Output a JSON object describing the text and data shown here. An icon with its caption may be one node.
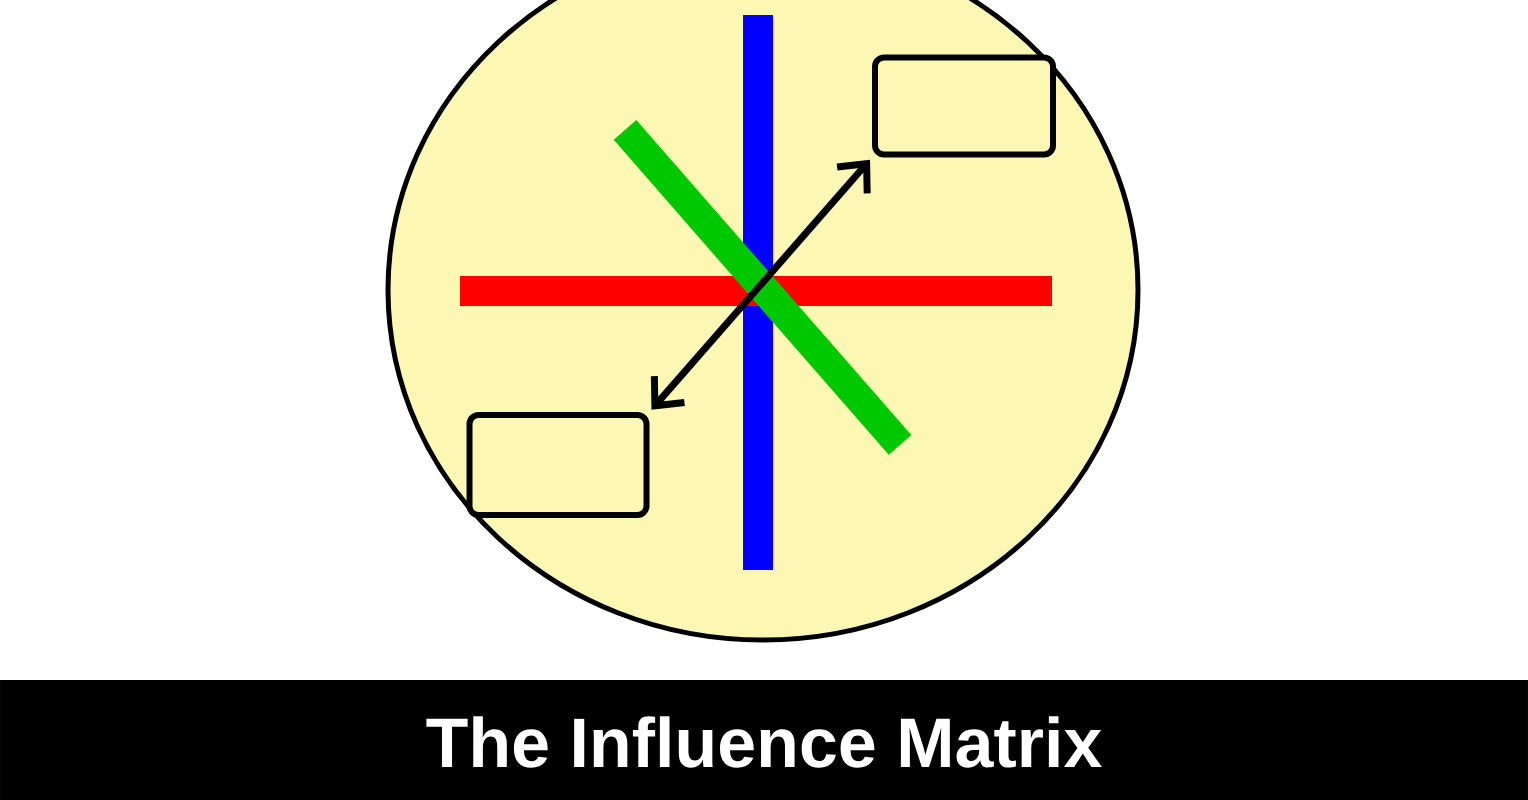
{
  "diagram": {
    "title": "The Influence Matrix",
    "nodes": [
      {
        "text": [],
        "shape": "circle"
      },
      {
        "text": [],
        "shape": "box",
        "in": 0
      },
      {
        "text": [],
        "shape": "box",
        "in": 0
      }
    ],
    "edges": [
      {
        "from": 1,
        "to": 2,
        "arrow": "both"
      }
    ]
  }
}
